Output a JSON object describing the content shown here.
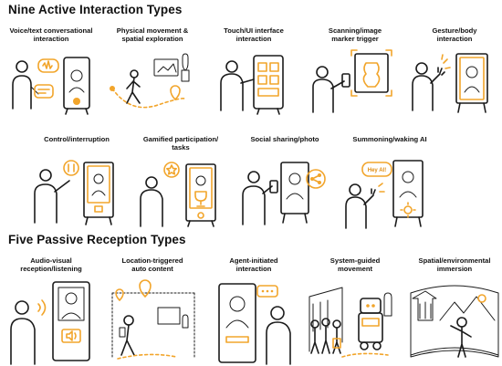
{
  "sections": {
    "active_title": "Nine Active Interaction Types",
    "passive_title": "Five Passive Reception Types"
  },
  "active": [
    {
      "label": "Voice/text conversational interaction",
      "line1": "Voice/text conversational",
      "line2": "interaction"
    },
    {
      "label": "Physical movement & spatial exploration",
      "line1": "Physical movement &",
      "line2": "spatial exploration"
    },
    {
      "label": "Touch/UI interface interaction",
      "line1": "Touch/UI interface",
      "line2": "interaction"
    },
    {
      "label": "Scanning/image marker trigger",
      "line1": "Scanning/image",
      "line2": "marker trigger"
    },
    {
      "label": "Gesture/body interaction",
      "line1": "Gesture/body",
      "line2": "interaction"
    },
    {
      "label": "Control/interruption",
      "line1": "Control/interruption",
      "line2": ""
    },
    {
      "label": "Gamified participation/ tasks",
      "line1": "Gamified participation/",
      "line2": "tasks"
    },
    {
      "label": "Social sharing/photo",
      "line1": "Social sharing/photo",
      "line2": ""
    },
    {
      "label": "Summoning/waking AI",
      "line1": "Summoning/waking AI",
      "line2": ""
    }
  ],
  "passive": [
    {
      "label": "Audio-visual reception/listening",
      "line1": "Audio-visual",
      "line2": "reception/listening"
    },
    {
      "label": "Location-triggered auto content",
      "line1": "Location-triggered",
      "line2": "auto content"
    },
    {
      "label": "Agent-initiated interaction",
      "line1": "Agent-initiated",
      "line2": "interaction"
    },
    {
      "label": "System-guided movement",
      "line1": "System-guided",
      "line2": "movement"
    },
    {
      "label": "Spatial/environmental immersion",
      "line1": "Spatial/environmental",
      "line2": "immersion"
    }
  ],
  "bubbles": {
    "hey_ai": "Hey AI!"
  },
  "colors": {
    "accent": "#f2a52b",
    "ink": "#1b1b1b"
  }
}
